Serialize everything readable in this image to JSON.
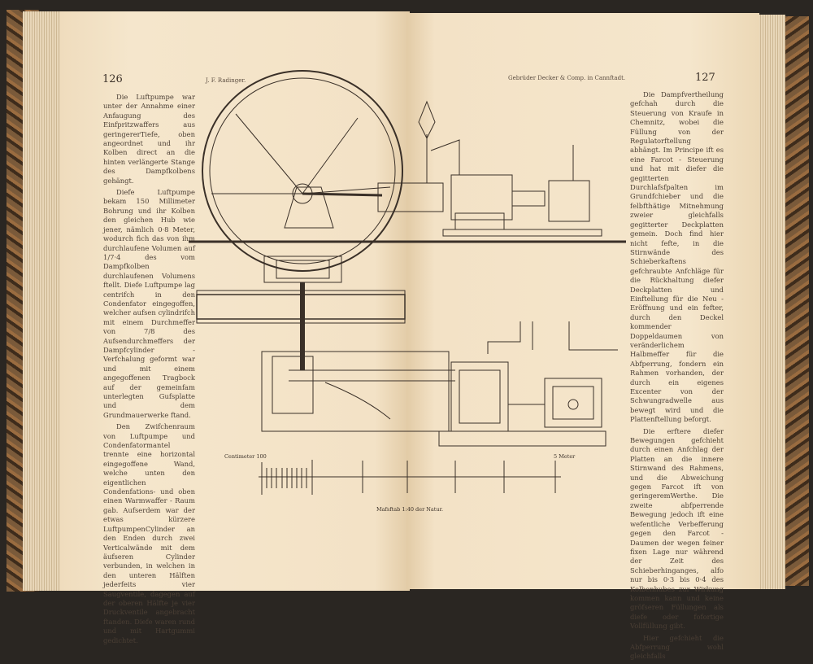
{
  "left_page": {
    "page_number": "126",
    "running_head": "J. F. Radinger.",
    "paragraphs": [
      "Die Luftpumpe war unter der Annahme einer Anfaugung des Einfpritz­waffers aus geringererTie­fe, oben angeordnet und ihr Kolben direct an die hinten verlängerte Stange des Dampfkolbens ge­hängt.",
      "Diefe Luftpumpe be­kam 150 Millimeter Boh­rung und ihr Kolben den gleichen Hub wie jener, nämlich 0·8 Meter, wo­durch fich das von ihm durchlaufene Volumen auf 1/7·4 des vom Dampf­kolben durchlaufenen Vo­lumens ftellt. Diefe Luft­pumpe lag centrifch in den Condenfator einge­goffen, welcher aufsen cylindrifch mit einem Durchmeffer von 7/8 des Aufsendurchmeffers der Dampfcylinder - Verfcha­lung geformt war und mit einem angegoffenen Tragbock auf der gemein­fam unterlegten Gufs­platte und dem Grund­mauerwerke ftand.",
      "Den Zwifchenraum von Luftpumpe und Con­denfatormantel trennte eine horizontal eingegof­fene Wand, welche unten den eigentlichen Conden­fations- und oben einen Warmwaffer - Raum gab. Aufserdem war der et­was kürzere Luftpumpen­Cylinder an den Enden durch zwei Vertical­wände mit dem äufseren Cylinder verbunden, in welchen in den unteren Hälften jederfeits vier Saugventile, dagegen auf der oberen Hälfte je vier Druckventile angebracht ftanden. Diefe waren rund und mit Hartgummi ge­dichtet."
    ]
  },
  "right_page": {
    "page_number": "127",
    "running_head": "Gebrüder Decker & Comp. in Cannftadt.",
    "paragraphs": [
      "Die Dampfverthei­lung gefchah durch die Steuerung von Kraufe in Chemnitz, wobei die Füllung von der Regula­torftellung abhängt. Im Principe ift es eine Far­cot - Steuerung und hat mit diefer die gegitter­ten Durchlafsfpalten im Grundfchieber und die felbfthätige Mitnehmung zweier gleichfalls gegit­terter Deckplatten ge­mein. Doch find hier nicht fefte, in die Stirn­wände des Schieberka­ftens gefchraubte An­fchläge für die Rückhal­tung diefer Deckplatten und Einftellung für die Neu - Eröffnung und ein fefter, durch den Deckel kommender Doppeldau­men von veränderlichem Halbmeffer für die Abfper­rung, fondern ein Rahmen vorhanden, der durch ein eigenes Excenter von der Schwungradwelle aus be­wegt wird und die Plat­tenftellung beforgt.",
      "Die erftere diefer Bewegungen gefchieht durch einen Anfchlag der Platten an die innere Stirnwand des Rahmens, und die Abweichung ge­gen Farcot ift von gerin­geremWerthe. Die zweite abfperrende Bewegung jedoch ift eine wefent­liche Verbefferung gegen den Farcot - Daumen der wegen feiner fixen Lage nur während der Zeit des Schieberhinganges, alfo nur bis 0·3 bis 0·4 des Kolbenhubes zur Wir­kung kommen kann und keine gröfseren Füllun­gen als diefe oder fofor­tige Vollfüllung gibt.",
      "Hier gefchieht die Ab­fperrung wohl gleichfalls"
    ]
  },
  "figure": {
    "scale_left_label": "Centimeter 100",
    "scale_right_label": "5 Meter",
    "caption": "Mafsftab 1:40 der Natur."
  }
}
